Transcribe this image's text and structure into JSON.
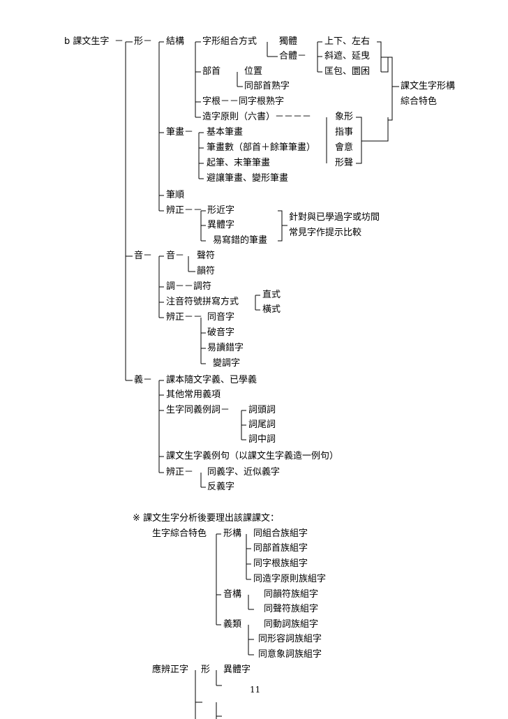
{
  "root": "b 課文生字",
  "dash1": "－",
  "xing": "形－",
  "jiegou": "結構",
  "zixing_zuhe": "字形組合方式",
  "duti": "獨體",
  "heti": "合體－",
  "shangxia": "上下、左右",
  "xiezhe": "斜遮、延曳",
  "kuangbao": "匡包、圜困",
  "bushou": "部首",
  "weizhi": "位置",
  "tongbushou": "同部首熟字",
  "zigen": "字根－－同字根熟字",
  "zaozi": "造字原則（六書）－－－－",
  "xiangxing": "象形",
  "zhishi": "指事",
  "huiyi": "會意",
  "xingsheng": "形聲",
  "summary_1": "課文生字形構",
  "summary_2": "綜合特色",
  "bihua": "筆畫－",
  "jiben": "基本筆畫",
  "bihuashu": "筆畫數（部首＋餘筆筆畫）",
  "qibi": "起筆、末筆筆畫",
  "birang": "避讓筆畫、變形筆畫",
  "bishun": "筆順",
  "bianzheng_xing": "辨正－－",
  "xingjin": "形近字",
  "yiti": "異體字",
  "yixiecuo": "易寫錯的筆畫",
  "zhendui_1": "針對與已學過字或坊間",
  "zhendui_2": "常見字作提示比較",
  "yin": "音－",
  "yin2": "音－",
  "shengfu": "聲符",
  "yunfu": "韻符",
  "diao": "調－－調符",
  "zhuyin": "注音符號拼寫方式",
  "zhishi2": "直式",
  "hengshi": "橫式",
  "bianzheng_yin": "辨正－－",
  "tongyin": "同音字",
  "poyin": "破音字",
  "yidu": "易讀錯字",
  "biandiao": "變調字",
  "yi": "義－",
  "kebensui": "課本隨文字義、已學義",
  "qita": "其他常用義項",
  "tongyi_ci": "生字同義例詞－",
  "citou": "詞頭詞",
  "ciwei": "詞尾詞",
  "cizhong": "詞中詞",
  "liju": "課文生字義例句（以課文生字義造一例句）",
  "bianzheng_yi": "辨正－",
  "tongyizi": "同義字、近似義字",
  "fanyi": "反義字",
  "note": "※ 課文生字分析後要理出該課課文：",
  "zonghe": "生字綜合特色",
  "xinggou": "形構",
  "g1": "同組合族組字",
  "g2": "同部首族組字",
  "g3": "同字根族組字",
  "g4": "同造字原則族組字",
  "yingou": "音構",
  "y1": "同韻符族組字",
  "y2": "同聲符族組字",
  "yilei": "義類",
  "v1": "同動詞族組字",
  "v2": "同形容詞族組字",
  "v3": "同意象詞族組字",
  "yingbian": "應辨正字",
  "xing3": "形",
  "yiti2": "異體字",
  "page_number": "11"
}
